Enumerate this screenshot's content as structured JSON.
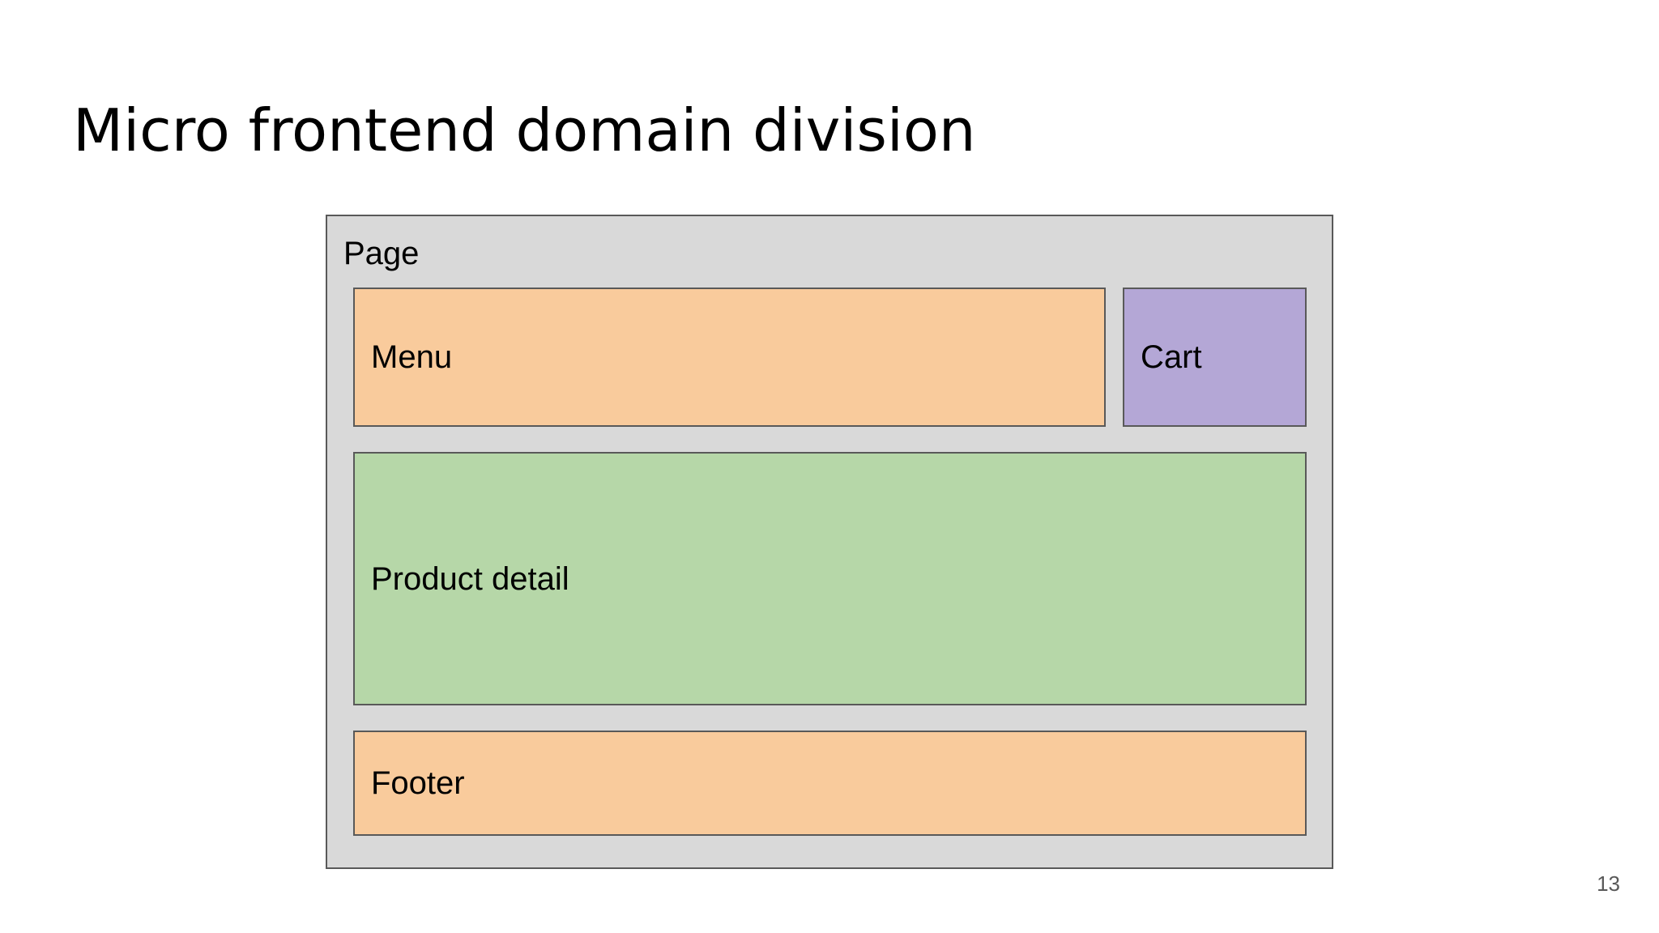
{
  "slide": {
    "title": "Micro frontend domain division",
    "page_number": "13"
  },
  "diagram": {
    "page": {
      "label": "Page",
      "color": "#d9d9d9"
    },
    "menu": {
      "label": "Menu",
      "color": "#f9cb9c"
    },
    "cart": {
      "label": "Cart",
      "color": "#b4a7d6"
    },
    "product_detail": {
      "label": "Product detail",
      "color": "#b6d7a8"
    },
    "footer": {
      "label": "Footer",
      "color": "#f9cb9c"
    },
    "border_color": "#595959"
  }
}
